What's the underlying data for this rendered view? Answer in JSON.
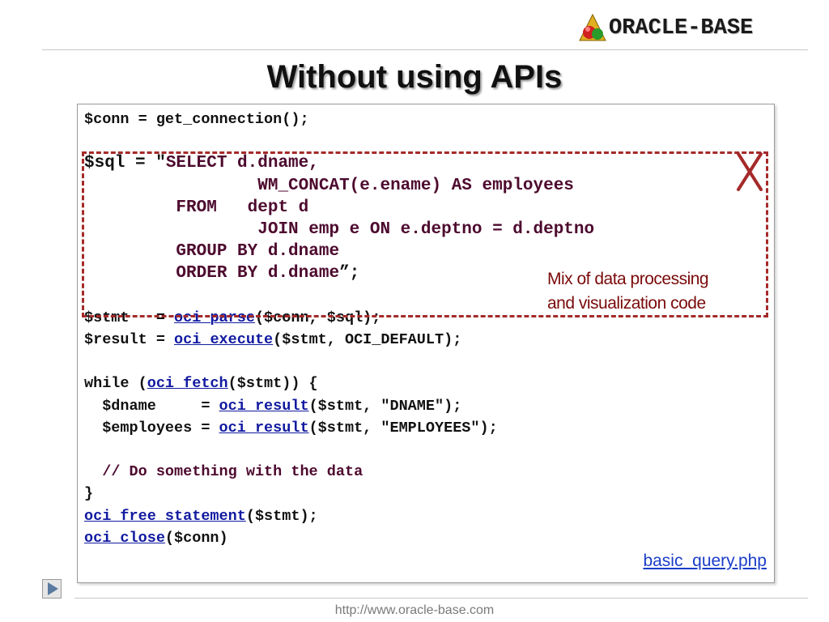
{
  "logo": {
    "text": "ORACLE-BASE"
  },
  "slide": {
    "title": "Without using APIs"
  },
  "code": {
    "line1": "$conn = get_connection();",
    "sql_prefix": "$sql = \"",
    "sql_select": "SELECT d.dname,",
    "sql_pad": "                 ",
    "sql_concat": "WM_CONCAT(e.ename) AS employees",
    "sql_indent": "         ",
    "sql_from": "FROM   dept d",
    "sql_join": "JOIN emp e ON e.deptno = d.deptno",
    "sql_group": "GROUP BY d.dname",
    "sql_order": "ORDER BY d.dname",
    "sql_suffix": "”;",
    "stmt_prefix": "$stmt   = ",
    "stmt_fn": "oci_parse",
    "stmt_args": "($conn, $sql);",
    "result_prefix": "$result = ",
    "result_fn": "oci_execute",
    "result_args": "($stmt, OCI_DEFAULT);",
    "while_prefix": "while (",
    "while_fn": "oci_fetch",
    "while_args": "($stmt)) {",
    "dname_prefix": "  $dname     = ",
    "dname_fn": "oci_result",
    "dname_args": "($stmt, \"DNAME\");",
    "emp_prefix": "  $employees = ",
    "emp_fn": "oci_result",
    "emp_args": "($stmt, \"EMPLOYEES\");",
    "comment_indent": "  ",
    "comment": "// Do something with the data",
    "close_brace": "}",
    "free_fn": "oci_free_statement",
    "free_args": "($stmt);",
    "close_fn": "oci_close",
    "close_args": "($conn)"
  },
  "annotation": {
    "mark": "X",
    "line1": "Mix of data processing",
    "line2": "and visualization code"
  },
  "file_link": "basic_query.php",
  "footer": {
    "url": "http://www.oracle-base.com"
  },
  "colors": {
    "sql_keyword": "#4d0a2e",
    "api_function": "#111aa0",
    "dashed_border": "#a52a2a",
    "annotation_text": "#7a0a0a",
    "link": "#1a3dc8"
  }
}
